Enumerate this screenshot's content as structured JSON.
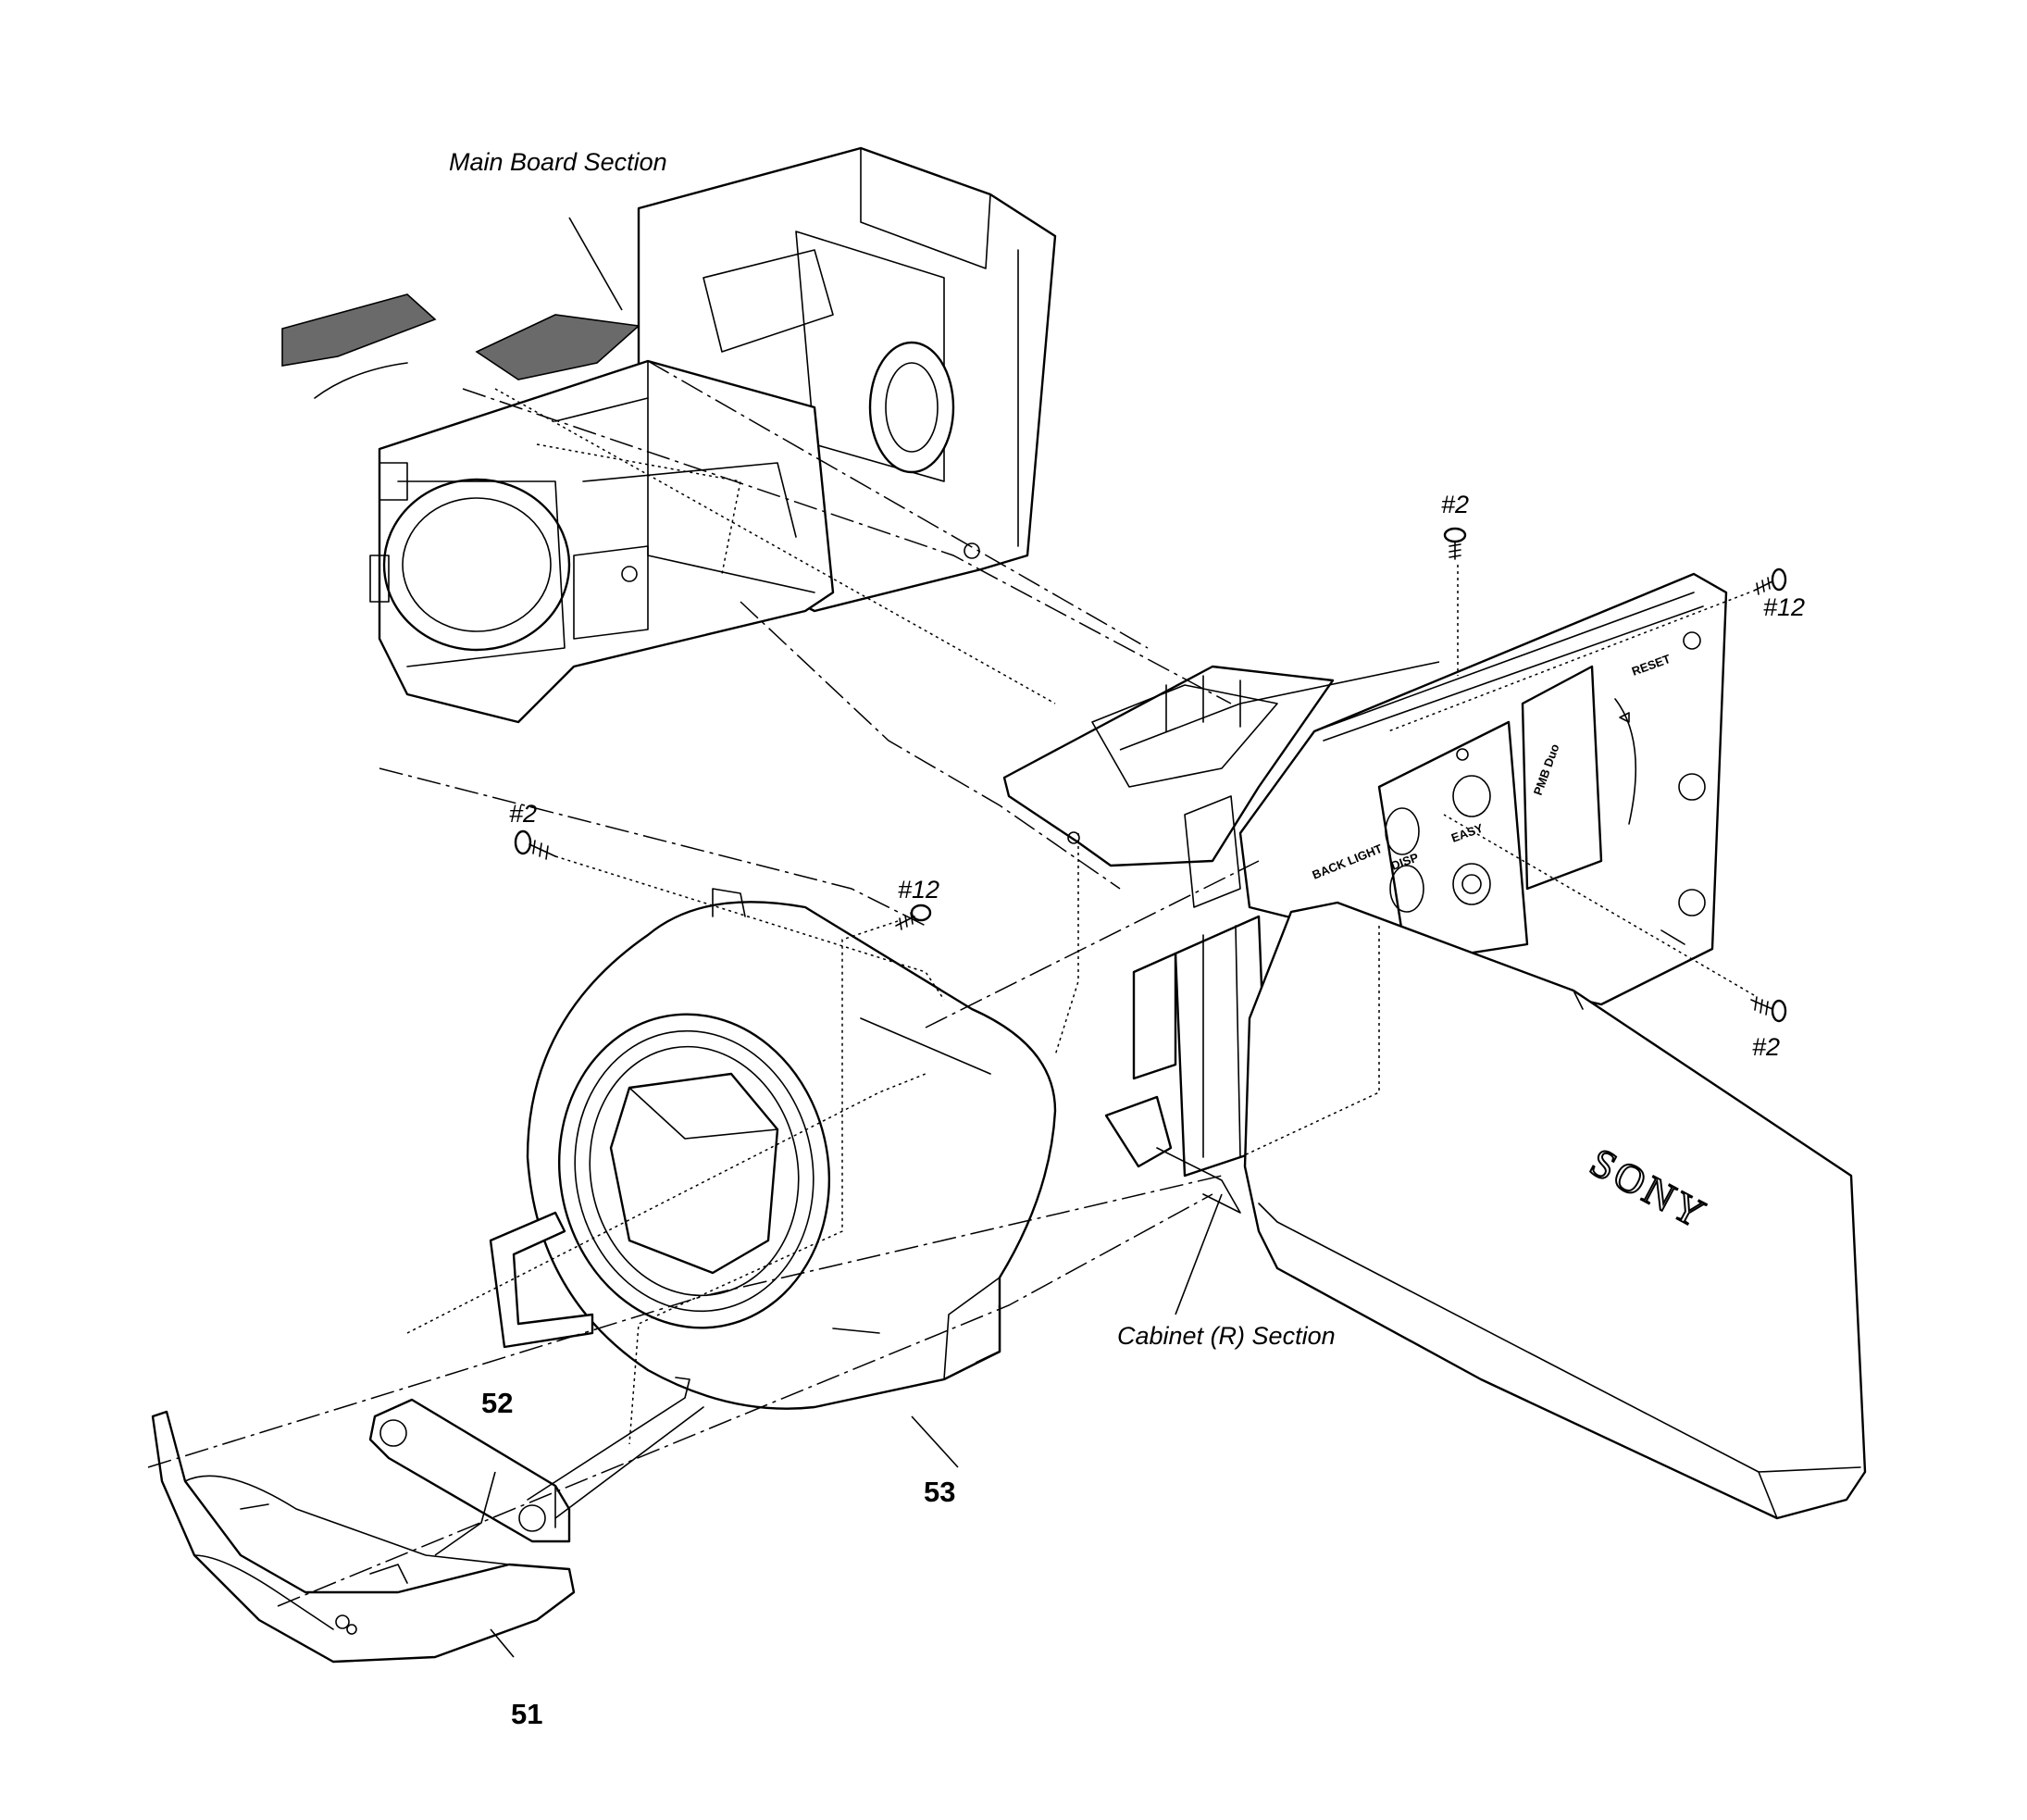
{
  "labels": {
    "main_board_section": "Main Board Section",
    "cabinet_r_section": "Cabinet (R) Section",
    "screw_2_top": "#2",
    "screw_12_right": "#12",
    "screw_2_right": "#2",
    "screw_2_left": "#2",
    "screw_12_center": "#12",
    "part_51": "51",
    "part_52": "52",
    "part_53": "53"
  },
  "panel_text": {
    "brand": "SONY",
    "reset": "RESET",
    "disp": "DISP",
    "easy": "EASY",
    "backlight": "BACK LIGHT",
    "pmb": "PMB Duo"
  }
}
